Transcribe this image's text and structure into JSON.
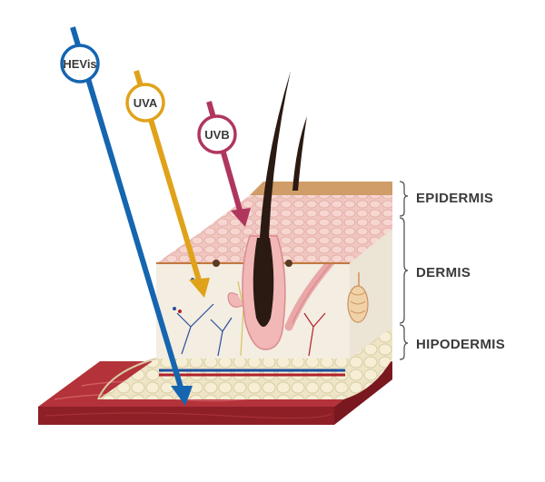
{
  "rays": [
    {
      "id": "hevis",
      "label": "HEVis",
      "color": "#1565b0"
    },
    {
      "id": "uva",
      "label": "UVA",
      "color": "#e0a21a"
    },
    {
      "id": "uvb",
      "label": "UVB",
      "color": "#b0365e"
    }
  ],
  "layers": {
    "epidermis": "EPIDERMIS",
    "dermis": "DERMIS",
    "hipodermis": "HIPODERMIS"
  },
  "colors": {
    "muscle": "#a8262e",
    "fat": "#f2ead0",
    "dermis": "#f4eee4",
    "epidermis": "#f2c9c4",
    "hair": "#2a1a12",
    "bracket": "#555555"
  }
}
